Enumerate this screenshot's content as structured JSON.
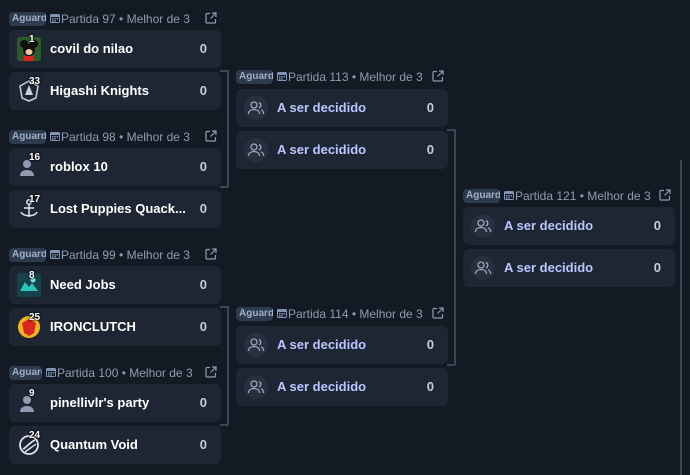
{
  "rounds": [
    {
      "matches": [
        {
          "status": "Aguardando",
          "info": "Partida 97 • Melhor de 3",
          "teams": [
            {
              "seed": "1",
              "name": "covil do nilao",
              "score": "0",
              "icon": "mickey-avatar-icon"
            },
            {
              "seed": "33",
              "name": "Higashi Knights",
              "score": "0",
              "icon": "knight-logo-icon"
            }
          ]
        },
        {
          "status": "Aguardando",
          "info": "Partida 98 • Melhor de 3",
          "teams": [
            {
              "seed": "16",
              "name": "roblox 10",
              "score": "0",
              "icon": "default-user-icon"
            },
            {
              "seed": "17",
              "name": "Lost Puppies Quack...",
              "score": "0",
              "icon": "anchor-logo-icon"
            }
          ]
        },
        {
          "status": "Aguardando",
          "info": "Partida 99 • Melhor de 3",
          "teams": [
            {
              "seed": "8",
              "name": "Need Jobs",
              "score": "0",
              "icon": "teal-team-icon"
            },
            {
              "seed": "25",
              "name": "IRONCLUTCH",
              "score": "0",
              "icon": "red-shield-icon"
            }
          ]
        },
        {
          "status": "Aguardando",
          "info": "Partida 100 • Melhor de 3",
          "teams": [
            {
              "seed": "9",
              "name": "pinellivlr's party",
              "score": "0",
              "icon": "default-user-icon"
            },
            {
              "seed": "24",
              "name": "Quantum Void",
              "score": "0",
              "icon": "swirl-logo-icon"
            }
          ]
        }
      ]
    },
    {
      "matches": [
        {
          "status": "Aguardando",
          "info": "Partida 113 • Melhor de 3",
          "teams": [
            {
              "name": "A ser decidido",
              "score": "0"
            },
            {
              "name": "A ser decidido",
              "score": "0"
            }
          ]
        },
        {
          "status": "Aguardando",
          "info": "Partida 114 • Melhor de 3",
          "teams": [
            {
              "name": "A ser decidido",
              "score": "0"
            },
            {
              "name": "A ser decidido",
              "score": "0"
            }
          ]
        }
      ]
    },
    {
      "matches": [
        {
          "status": "Aguardando",
          "info": "Partida 121 • Melhor de 3",
          "teams": [
            {
              "name": "A ser decidido",
              "score": "0"
            },
            {
              "name": "A ser decidido",
              "score": "0"
            }
          ]
        }
      ]
    }
  ]
}
